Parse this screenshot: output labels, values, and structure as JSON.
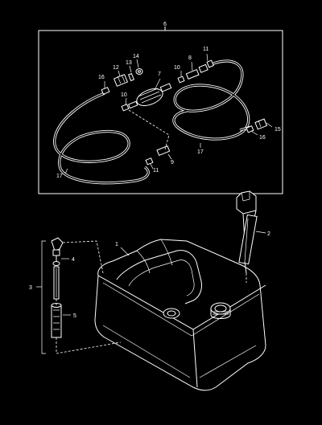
{
  "diagram": {
    "callouts": {
      "fuel_line_kit": "6",
      "fitting_16_top": "16",
      "fitting_12": "12",
      "washer_13": "13",
      "ring_14": "14",
      "primer_bulb_7": "7",
      "clamp_10_left": "10",
      "clamp_10_right": "10",
      "connector_8": "8",
      "clamp_11_top": "11",
      "clamp_11_bottom": "11",
      "hose_17_left": "17",
      "hose_17_right": "17",
      "connector_9": "9",
      "fitting_15": "15",
      "fitting_16_right": "16",
      "fuel_tank": "1",
      "fuel_gauge": "2",
      "pickup_assembly": "3",
      "elbow_4": "4",
      "filter_5": "5"
    }
  }
}
